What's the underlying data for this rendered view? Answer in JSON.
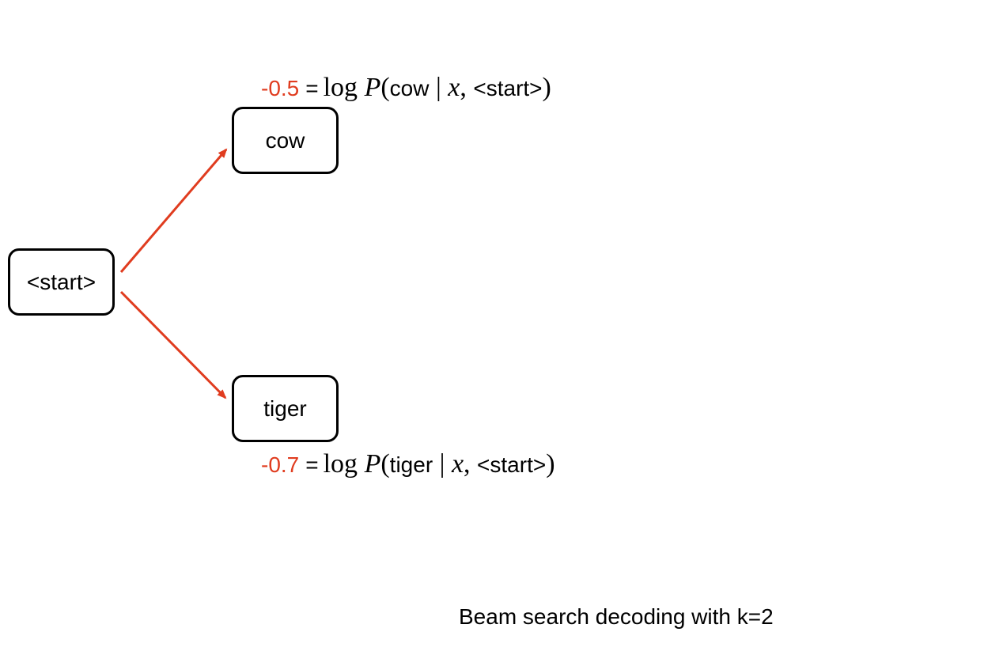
{
  "nodes": {
    "start": "<start>",
    "cow": "cow",
    "tiger": "tiger"
  },
  "formulas": {
    "cow": {
      "score": "-0.5",
      "eq": "=",
      "log": "log",
      "P": "P",
      "open": "(",
      "token": "cow",
      "bar": " | ",
      "x": "x",
      "comma": ", ",
      "context": "<start>",
      "close": ")"
    },
    "tiger": {
      "score": "-0.7",
      "eq": "=",
      "log": "log",
      "P": "P",
      "open": "(",
      "token": "tiger",
      "bar": " | ",
      "x": "x",
      "comma": ", ",
      "context": "<start>",
      "close": ")"
    }
  },
  "caption": "Beam search decoding with k=2",
  "colors": {
    "edge": "#e03c1f",
    "score": "#e03c1f",
    "node_border": "#000000"
  }
}
